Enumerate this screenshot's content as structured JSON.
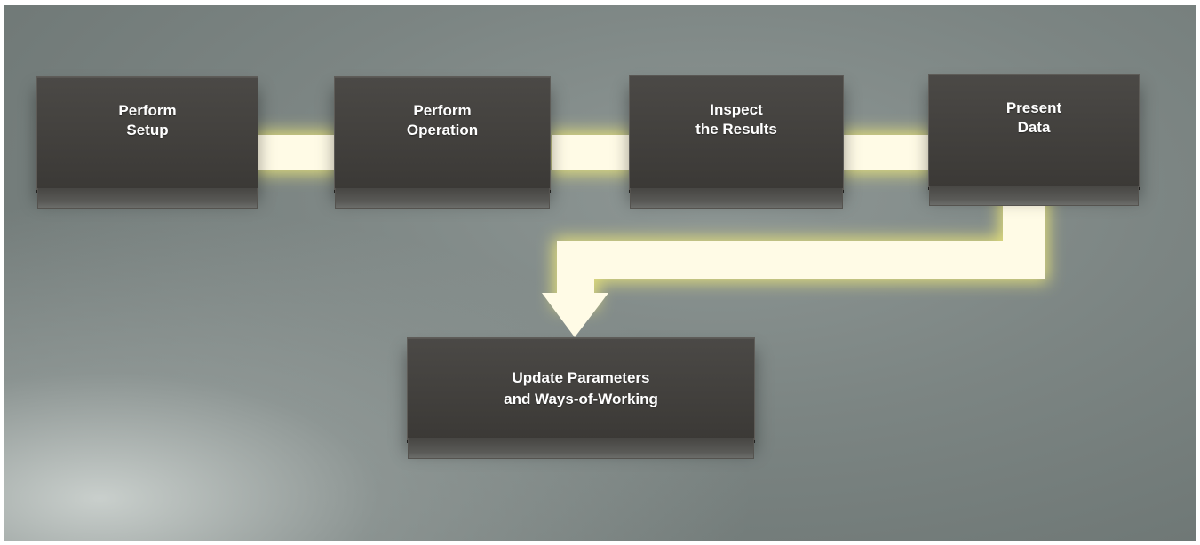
{
  "steps": [
    {
      "label": "Perform\nSetup"
    },
    {
      "label": "Perform\nOperation"
    },
    {
      "label": "Inspect\nthe Results"
    },
    {
      "label": "Present\nData"
    }
  ],
  "feedback_step": {
    "label": "Update Parameters\nand Ways-of-Working"
  },
  "colors": {
    "connector": "#fffbe0",
    "connector_glow": "#f2ec78",
    "block": "#43413e",
    "background": "#7c8583"
  }
}
